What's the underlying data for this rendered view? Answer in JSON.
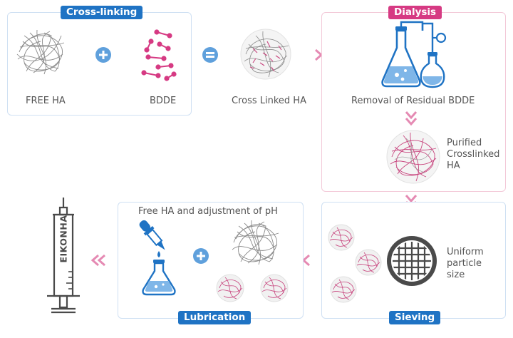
{
  "stages": {
    "cross_linking": {
      "tag": "Cross-linking",
      "free_ha_label": "FREE HA",
      "bdde_label": "BDDE",
      "result_label": "Cross Linked HA"
    },
    "dialysis": {
      "tag": "Dialysis",
      "step_label": "Removal of Residual BDDE",
      "result_lines": [
        "Purified",
        "Crosslinked",
        "HA"
      ]
    },
    "sieving": {
      "tag": "Sieving",
      "result_lines": [
        "Uniform",
        "particle",
        "size"
      ]
    },
    "lubrication": {
      "tag": "Lubrication",
      "heading": "Free HA and adjustment of pH"
    },
    "product": {
      "syringe_label": "EIKONHA"
    }
  },
  "colors": {
    "blue_accent": "#1f73c4",
    "pink_accent": "#d63a83",
    "blue_border": "#cfe0f3",
    "pink_border": "#f3c9d8",
    "fiber_gray": "#8a8a8a",
    "fiber_pink": "#c8457e"
  },
  "icons": [
    "plus-icon",
    "equals-icon",
    "double-chevron-right-icon",
    "double-chevron-down-icon",
    "double-chevron-left-icon",
    "flask-apparatus-icon",
    "dropper-icon",
    "sieve-icon",
    "syringe-icon"
  ]
}
